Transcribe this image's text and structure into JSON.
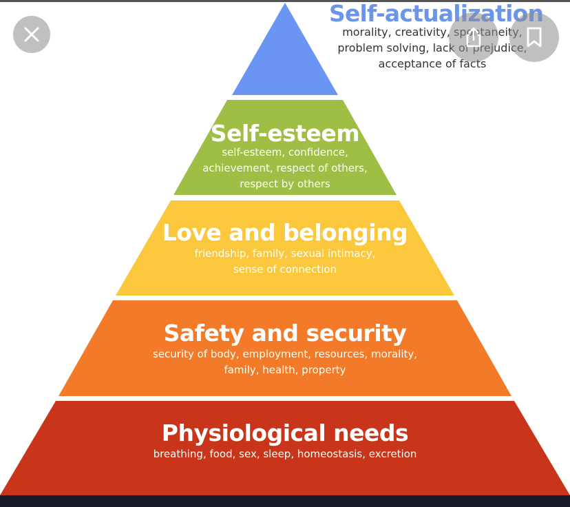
{
  "diagram": {
    "tiers": [
      {
        "id": "self-actualization",
        "title": "Self-actualization",
        "description": "morality, creativity, spontaneity,\nproblem solving, lack of prejudice,\nacceptance of facts",
        "color": "#6a95f3",
        "title_color": "#6b95e8"
      },
      {
        "id": "self-esteem",
        "title": "Self-esteem",
        "description": "self-esteem, confidence,\nachievement, respect of others,\nrespect by others",
        "color": "#9fbe46"
      },
      {
        "id": "love-belonging",
        "title": "Love and belonging",
        "description": "friendship, family, sexual intimacy,\nsense of connection",
        "color": "#fbc73c"
      },
      {
        "id": "safety-security",
        "title": "Safety and security",
        "description": "security of body, employment, resources, morality,\nfamily, health, property",
        "color": "#f37a28"
      },
      {
        "id": "physiological",
        "title": "Physiological needs",
        "description": "breathing, food, sex, sleep, homeostasis, excretion",
        "color": "#c9351b"
      }
    ]
  },
  "overlay": {
    "close_icon": "close-icon",
    "share_icon": "share-icon",
    "bookmark_icon": "bookmark-icon"
  }
}
